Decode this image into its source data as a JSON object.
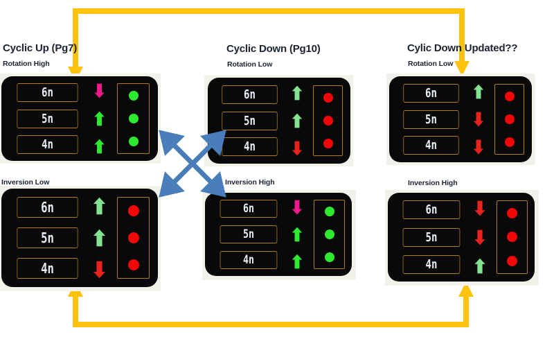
{
  "colors": {
    "background": "#ffffff",
    "panel_backdrop": "#f2f1ea",
    "panel_body": "#090909",
    "panel_border_gold": "#b07d18",
    "label_text": "#e8eef5",
    "title_text": "#1b2430",
    "arrow_green_bright": "#2eea2e",
    "arrow_green_pale": "#83e391",
    "arrow_magenta": "#f0188c",
    "arrow_red": "#e8221c",
    "lamp_green": "#2eea2e",
    "lamp_red": "#f00808",
    "connector_yellow": "#ffc20e",
    "connector_blue": "#4a7ebb"
  },
  "panels": [
    {
      "id": "cyclic-up",
      "title": "Cyclic Up (Pg7)",
      "subtitle": "Rotation High",
      "rows": [
        {
          "label": "6n",
          "arrow": "down",
          "arrow_color": "arrow_magenta",
          "lamp": "lamp_green"
        },
        {
          "label": "5n",
          "arrow": "up",
          "arrow_color": "arrow_green_bright",
          "lamp": "lamp_green"
        },
        {
          "label": "4n",
          "arrow": "up",
          "arrow_color": "arrow_green_bright",
          "lamp": "lamp_green"
        }
      ]
    },
    {
      "id": "cyclic-down",
      "title": "Cyclic Down (Pg10)",
      "subtitle": "Rotation Low",
      "rows": [
        {
          "label": "6n",
          "arrow": "up",
          "arrow_color": "arrow_green_pale",
          "lamp": "lamp_red"
        },
        {
          "label": "5n",
          "arrow": "up",
          "arrow_color": "arrow_green_pale",
          "lamp": "lamp_red"
        },
        {
          "label": "4n",
          "arrow": "down",
          "arrow_color": "arrow_red",
          "lamp": "lamp_red"
        }
      ]
    },
    {
      "id": "cylic-down-updated",
      "title": "Cylic Down  Updated??",
      "subtitle": "Rotation Low",
      "rows": [
        {
          "label": "6n",
          "arrow": "up",
          "arrow_color": "arrow_green_pale",
          "lamp": "lamp_red"
        },
        {
          "label": "5n",
          "arrow": "down",
          "arrow_color": "arrow_red",
          "lamp": "lamp_red"
        },
        {
          "label": "4n",
          "arrow": "down",
          "arrow_color": "arrow_red",
          "lamp": "lamp_red"
        }
      ]
    },
    {
      "id": "inversion-low",
      "title": "",
      "subtitle": "Inversion Low",
      "rows": [
        {
          "label": "6n",
          "arrow": "up",
          "arrow_color": "arrow_green_pale",
          "lamp": "lamp_red"
        },
        {
          "label": "5n",
          "arrow": "up",
          "arrow_color": "arrow_green_pale",
          "lamp": "lamp_red"
        },
        {
          "label": "4n",
          "arrow": "down",
          "arrow_color": "arrow_red",
          "lamp": "lamp_red"
        }
      ]
    },
    {
      "id": "inversion-high-middle",
      "title": "",
      "subtitle": "Inversion High",
      "rows": [
        {
          "label": "6n",
          "arrow": "down",
          "arrow_color": "arrow_magenta",
          "lamp": "lamp_green"
        },
        {
          "label": "5n",
          "arrow": "up",
          "arrow_color": "arrow_green_bright",
          "lamp": "lamp_green"
        },
        {
          "label": "4n",
          "arrow": "up",
          "arrow_color": "arrow_green_bright",
          "lamp": "lamp_green"
        }
      ]
    },
    {
      "id": "inversion-high-right",
      "title": "",
      "subtitle": "Inversion High",
      "rows": [
        {
          "label": "6n",
          "arrow": "down",
          "arrow_color": "arrow_red",
          "lamp": "lamp_red"
        },
        {
          "label": "5n",
          "arrow": "down",
          "arrow_color": "arrow_red",
          "lamp": "lamp_red"
        },
        {
          "label": "4n",
          "arrow": "up",
          "arrow_color": "arrow_green_pale",
          "lamp": "lamp_red"
        }
      ]
    }
  ],
  "connectors": {
    "top_bracket": "yellow-bracket-down-both-ends",
    "bottom_bracket": "yellow-bracket-up-both-ends",
    "cross": "blue-double-headed-x-arrows"
  }
}
